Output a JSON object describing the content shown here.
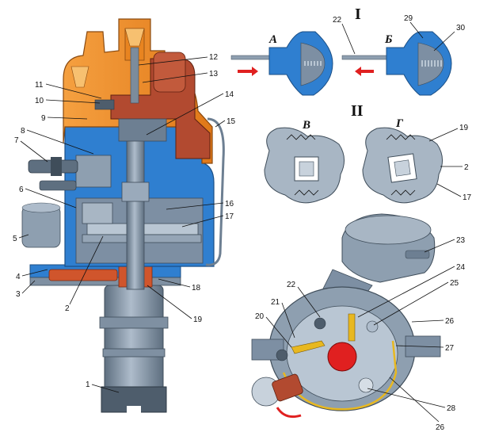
{
  "colors": {
    "cap": "#f08a2a",
    "rotor": "#b24a30",
    "housing": "#2f7fd0",
    "metal": "#8e9fb0",
    "metal_dark": "#5e6f80",
    "red": "#e02020",
    "yellow": "#e8b820"
  },
  "roman": {
    "i": "I",
    "ii": "II"
  },
  "letters": {
    "a": "А",
    "b": "Б",
    "v": "В",
    "g": "Г"
  },
  "labels": {
    "n1": "1",
    "n2": "2",
    "n3": "3",
    "n4": "4",
    "n5": "5",
    "n6": "6",
    "n7": "7",
    "n8": "8",
    "n9": "9",
    "n10": "10",
    "n11": "11",
    "n12": "12",
    "n13": "13",
    "n14": "14",
    "n15": "15",
    "n16": "16",
    "n17": "17",
    "n18": "18",
    "n19": "19",
    "n22a": "22",
    "n29": "29",
    "n30": "30",
    "n19b": "19",
    "n2b": "2",
    "n17b": "17",
    "n23": "23",
    "n24": "24",
    "n25": "25",
    "n26a": "26",
    "n27": "27",
    "n28": "28",
    "n26b": "26",
    "n22b": "22",
    "n21": "21",
    "n20": "20"
  }
}
